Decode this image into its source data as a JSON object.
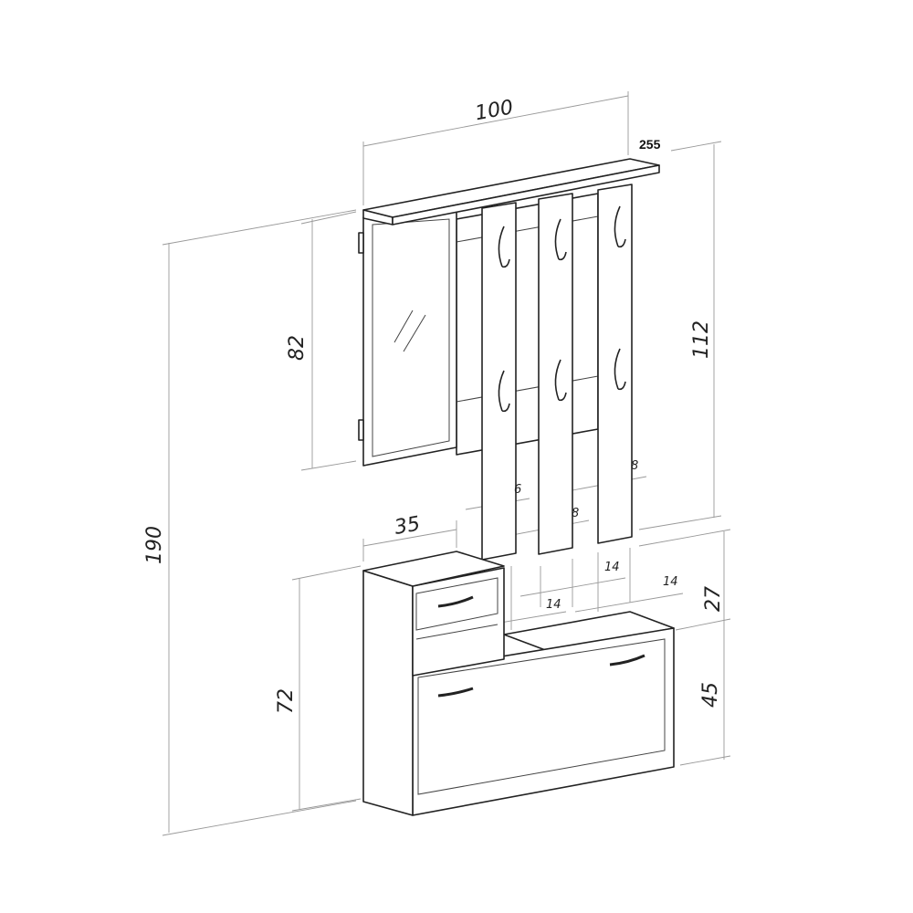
{
  "dimensions": {
    "width_top": "100",
    "reference": "255",
    "mirror_height": "82",
    "panel_height": "112",
    "total_height": "190",
    "cabinet_small_width": "35",
    "panel_gap_1": "6",
    "panel_gap_2": "8",
    "panel_gap_3": "8",
    "spacing_1": "14",
    "spacing_2": "14",
    "spacing_3": "14",
    "gap_height": "27",
    "cabinet_height": "72",
    "shoe_cabinet_height": "45"
  }
}
